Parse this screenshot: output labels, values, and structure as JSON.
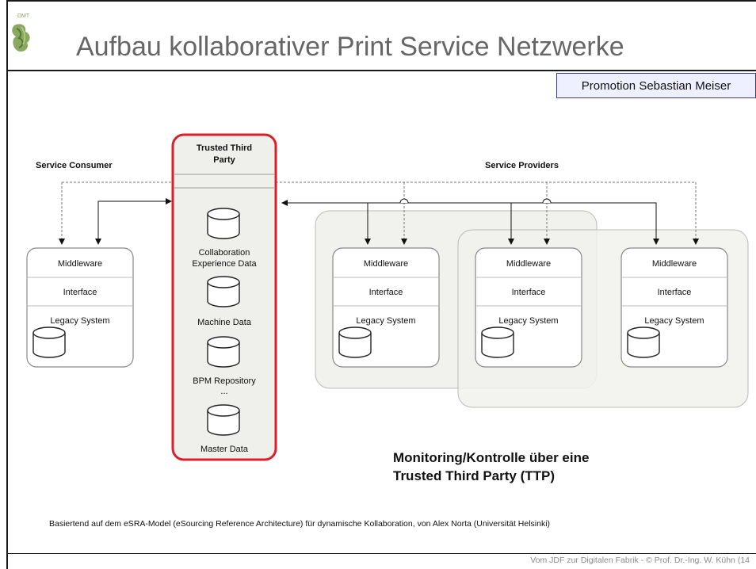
{
  "slide": {
    "title": "Aufbau kollaborativer Print Service Netzwerke",
    "badge": "Promotion Sebastian Meiser",
    "logo_text": "DMT",
    "headline_line1": "Monitoring/Kontrolle über eine",
    "headline_line2": "Trusted Third Party (TTP)",
    "basis_note": "Basiertend auf dem eSRA-Model (eSourcing Reference Architecture) für dynamische Kollaboration, von Alex Norta (Universität Helsinki)",
    "footer": "Vom JDF zur Digitalen Fabrik  -  © Prof. Dr.-Ing. W. Kühn   (14"
  },
  "diagram": {
    "consumer_label": "Service Consumer",
    "providers_label": "Service Providers",
    "ttp": {
      "title_line1": "Trusted Third",
      "title_line2": "Party",
      "stores": [
        {
          "line1": "Collaboration",
          "line2": "Experience Data"
        },
        {
          "line1": "Machine Data",
          "line2": ""
        },
        {
          "line1": "BPM Repository",
          "line2": "..."
        },
        {
          "line1": "Master Data",
          "line2": ""
        }
      ]
    },
    "stack": {
      "middleware": "Middleware",
      "interface": "Interface",
      "legacy": "Legacy System"
    },
    "colors": {
      "ttp_border": "#dd1e2b",
      "panel_fill": "#f1f1ed",
      "badge_border": "#3a3a8a",
      "title": "#666666"
    }
  }
}
